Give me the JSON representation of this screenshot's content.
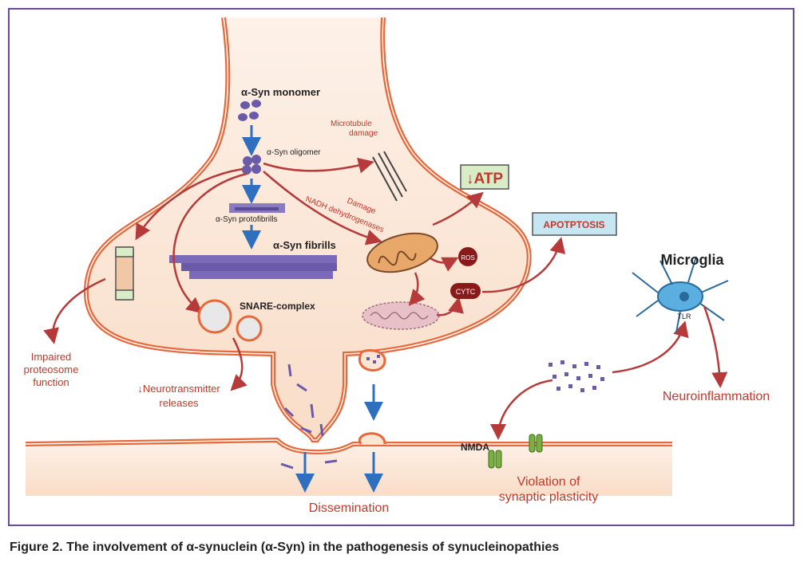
{
  "labels": {
    "monomer": "α-Syn monomer",
    "oligomer": "α-Syn oligomer",
    "protofibrils": "α-Syn protofibrills",
    "fibrils": "α-Syn fibrills",
    "microtubule_1": "Microtubule",
    "microtubule_2": "damage",
    "damage_1": "Damage",
    "damage_2": "NADH dehydrogenases",
    "atp": "↓ATP",
    "apoptosis": "APOTPTOSIS",
    "ros": "ROS",
    "cytc": "CYTC",
    "snare": "SNARE-complex",
    "proteosome_1": "Impaired",
    "proteosome_2": "proteosome",
    "proteosome_3": "function",
    "neuro_1": "↓Neurotransmitter",
    "neuro_2": "releases",
    "microglia": "Microglia",
    "tlr": "TLR",
    "neuroinflammation": "Neuroinflammation",
    "nmda": "NMDA",
    "violation_1": "Violation of",
    "violation_2": "synaptic plasticity",
    "dissemination": "Dissemination"
  },
  "caption": "Figure 2. The involvement of α-synuclein (α-Syn) in the pathogenesis of synucleinopathies",
  "colors": {
    "frame": "#6a4a9c",
    "membrane": "#e8683a",
    "cytoplasm": "#fbe6d6",
    "arrow_red": "#b73a3a",
    "arrow_blue": "#2f6fbf",
    "label_red": "#c0392b",
    "protein": "#6a5aa8",
    "microglia": "#5aaee0"
  }
}
